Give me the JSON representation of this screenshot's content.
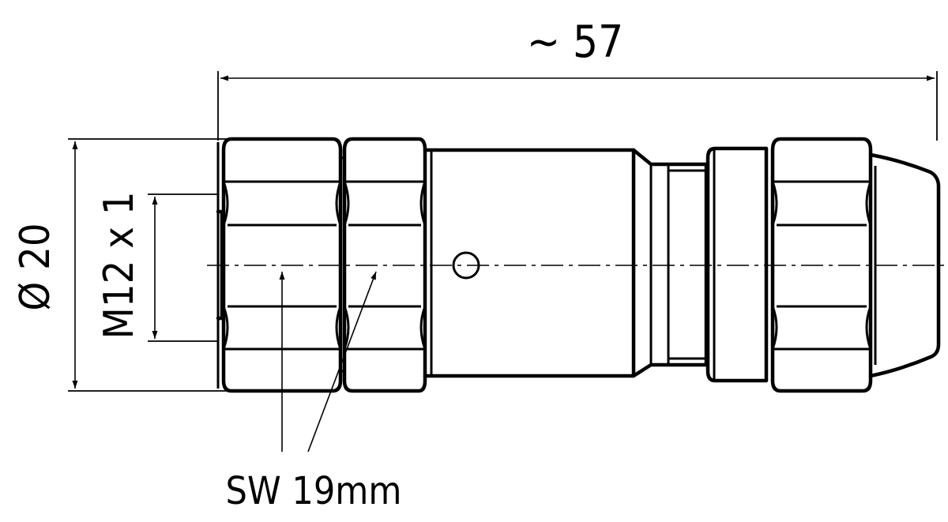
{
  "dimensions": {
    "overall_length": "~ 57",
    "outer_diameter": "Ø 20",
    "thread": "M12 x 1",
    "wrench_size": "SW 19mm"
  }
}
